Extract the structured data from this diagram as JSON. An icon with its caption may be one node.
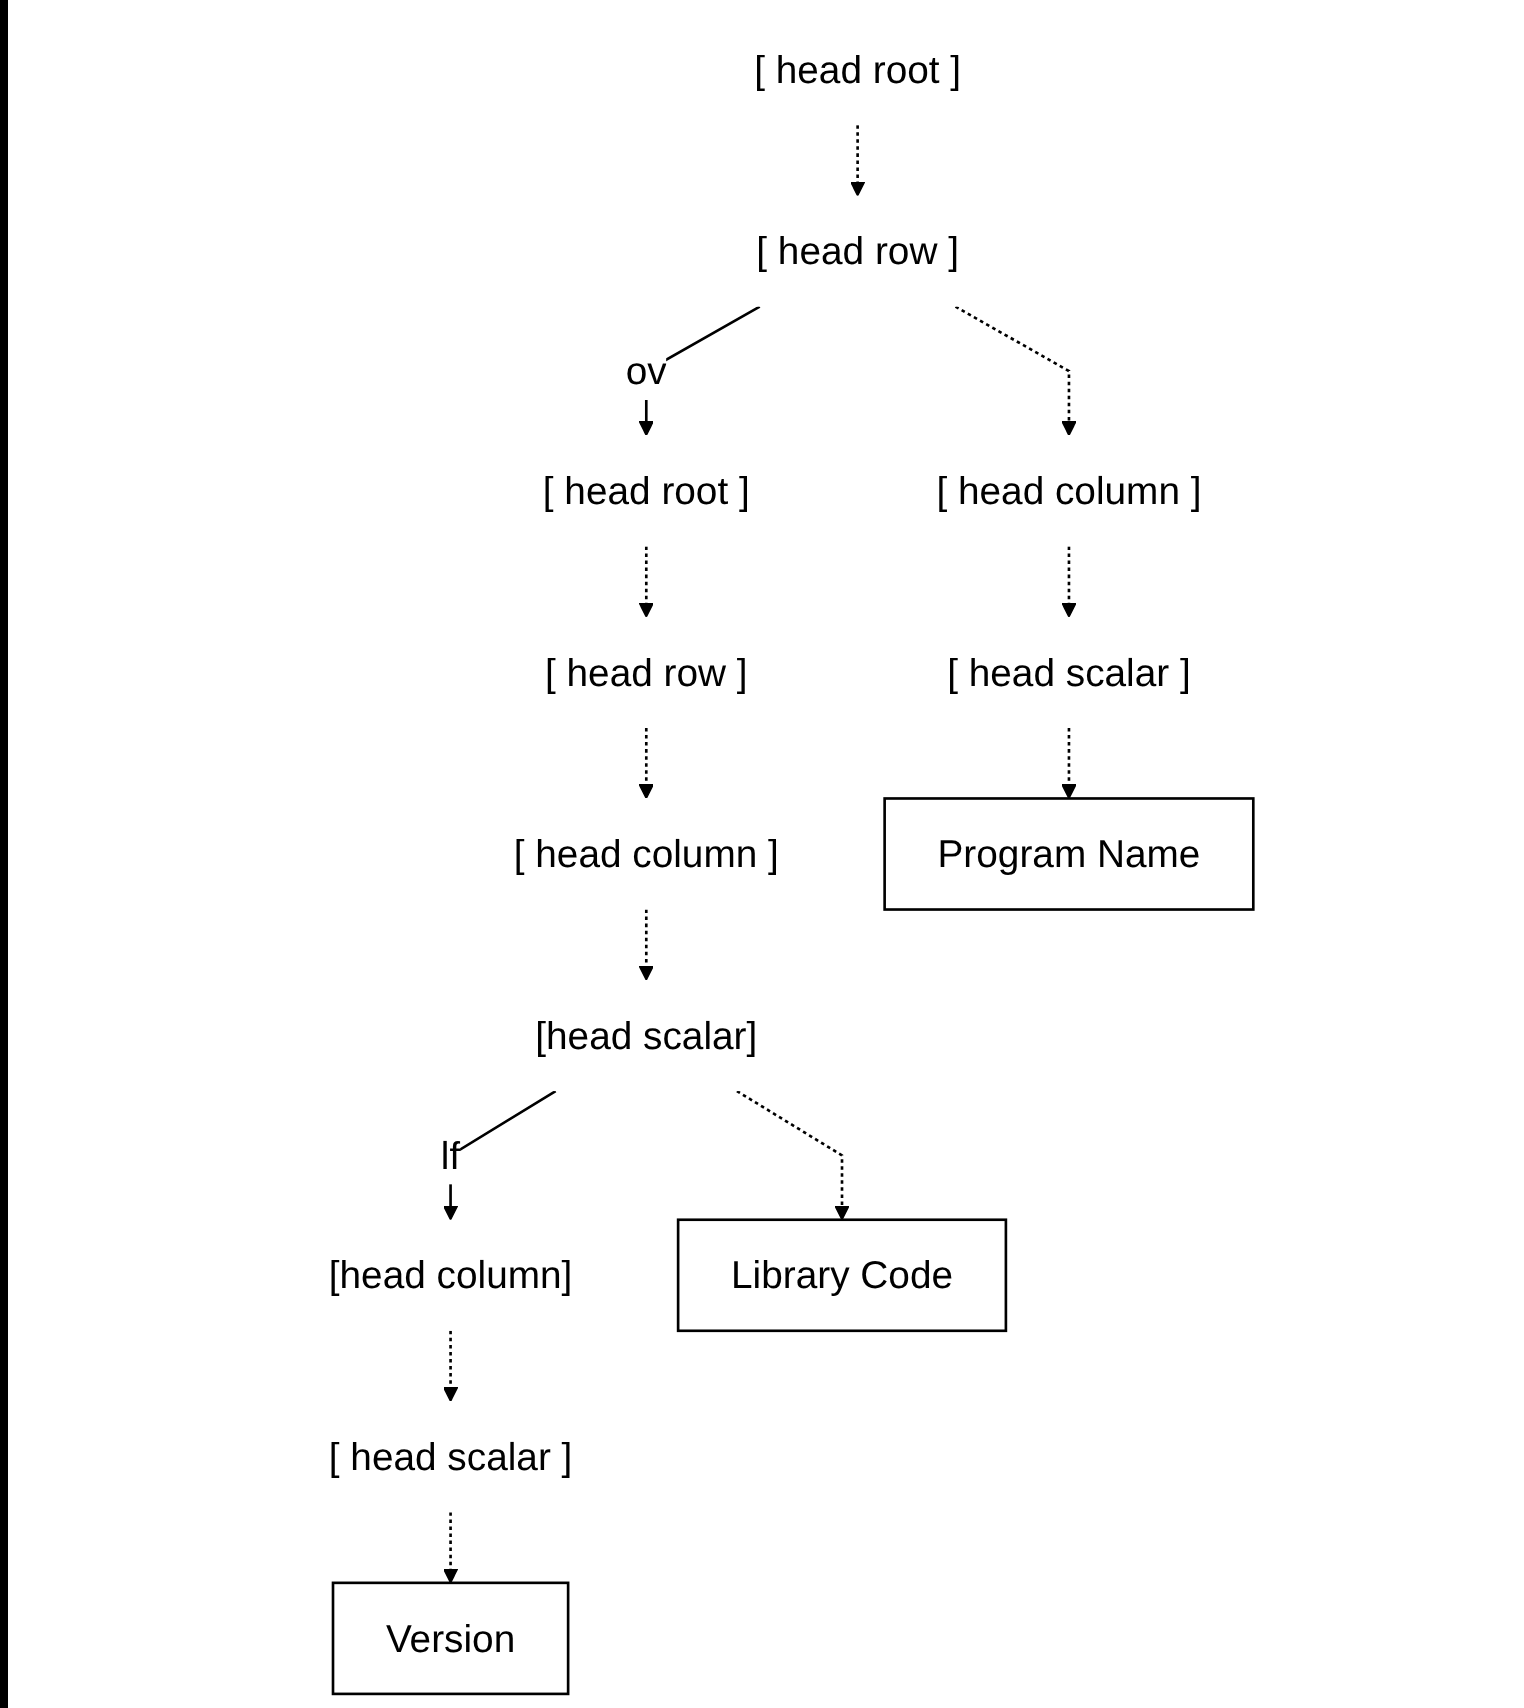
{
  "diagram": {
    "nodes": [
      {
        "text": [
          "[ head root ]"
        ]
      },
      {
        "text": [
          "[ head row ]"
        ]
      },
      {
        "text": [
          "[ head root ]"
        ]
      },
      {
        "text": [
          "[ head column ]"
        ]
      },
      {
        "text": [
          "[ head row ]"
        ]
      },
      {
        "text": [
          "[ head scalar ]"
        ]
      },
      {
        "text": [
          "[ head column ]"
        ]
      },
      {
        "text": [
          "Program Name"
        ]
      },
      {
        "text": [
          "[head scalar]"
        ]
      },
      {
        "text": [
          "[head column]"
        ]
      },
      {
        "text": [
          "Library Code"
        ]
      },
      {
        "text": [
          "[ head scalar ]"
        ]
      },
      {
        "text": [
          "Version"
        ]
      }
    ],
    "edges": [
      {
        "from": 0,
        "to": 1,
        "arrow": "to",
        "style": "dashed"
      },
      {
        "from": 1,
        "to": 2,
        "arrow": "to",
        "label": "ov"
      },
      {
        "from": 1,
        "to": 3,
        "arrow": "to",
        "style": "dashed"
      },
      {
        "from": 2,
        "to": 4,
        "arrow": "to",
        "style": "dashed"
      },
      {
        "from": 3,
        "to": 5,
        "arrow": "to",
        "style": "dashed"
      },
      {
        "from": 4,
        "to": 6,
        "arrow": "to",
        "style": "dashed"
      },
      {
        "from": 5,
        "to": 7,
        "arrow": "to",
        "style": "dashed"
      },
      {
        "from": 6,
        "to": 8,
        "arrow": "to",
        "style": "dashed"
      },
      {
        "from": 8,
        "to": 9,
        "arrow": "to",
        "label": "lf"
      },
      {
        "from": 8,
        "to": 10,
        "arrow": "to",
        "style": "dashed"
      },
      {
        "from": 9,
        "to": 11,
        "arrow": "to",
        "style": "dashed"
      },
      {
        "from": 11,
        "to": 12,
        "arrow": "to",
        "style": "dashed"
      }
    ]
  }
}
